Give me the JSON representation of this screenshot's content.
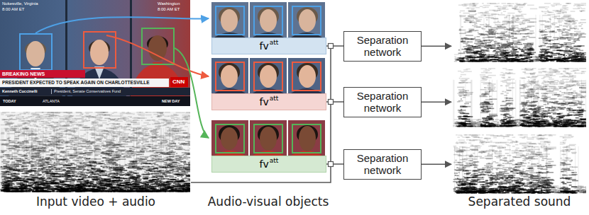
{
  "diagram": {
    "nodes": [
      {
        "text": [
          "fv",
          "att"
        ]
      },
      {
        "text": [
          "Separation network"
        ]
      },
      {
        "text": [
          "fv",
          "att"
        ]
      },
      {
        "text": [
          "Separation network"
        ]
      },
      {
        "text": [
          "fv",
          "att"
        ]
      },
      {
        "text": [
          "Separation network"
        ]
      }
    ],
    "edges": [
      {
        "from": 0,
        "to": 1,
        "arrow": "none"
      },
      {
        "from": 2,
        "to": 3,
        "arrow": "none"
      },
      {
        "from": 4,
        "to": 5,
        "arrow": "none"
      }
    ],
    "labels": [
      "Nokesville, Virginia",
      "8:00 AM ET",
      "Washington",
      "8:00 AM ET",
      "BREAKING NEWS",
      "PRESIDENT EXPECTED TO SPEAK AGAIN ON CHARLOTTESVILLE",
      "Kenneth Cuccinelli",
      "President, Senate Conservatives Fund",
      "CNN",
      "TODAY",
      "ATLANTA",
      "NEW DAY",
      "Input video + audio",
      "Audio-visual objects",
      "Separated sound"
    ]
  }
}
